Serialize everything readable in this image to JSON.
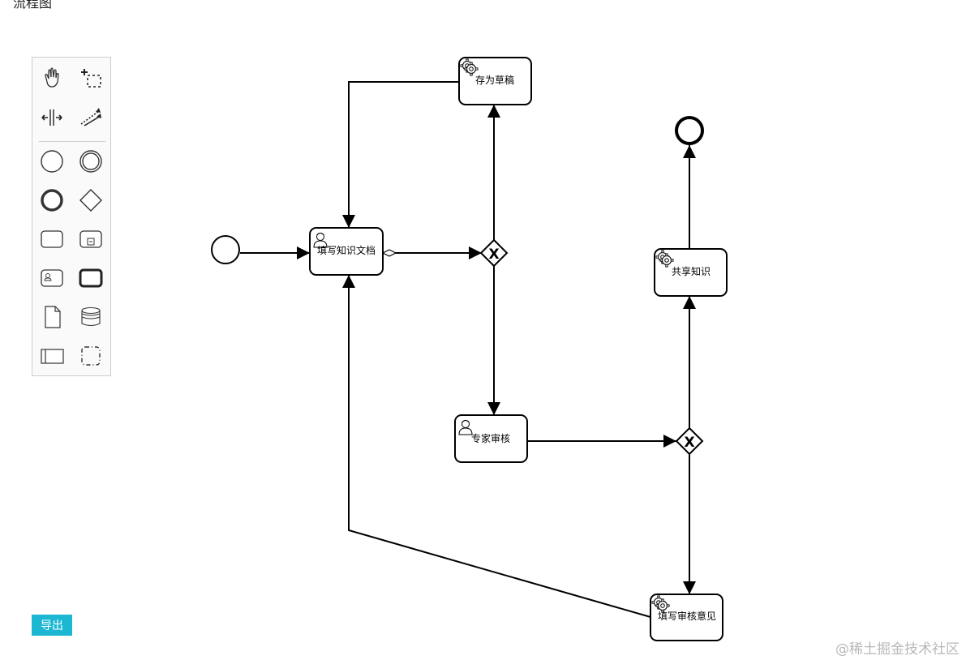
{
  "page": {
    "title": "流程图"
  },
  "palette": {
    "tools": [
      {
        "icon": "hand-tool-icon"
      },
      {
        "icon": "lasso-tool-icon"
      },
      {
        "icon": "space-tool-icon"
      },
      {
        "icon": "global-connect-tool-icon"
      },
      {
        "icon": "start-event-icon"
      },
      {
        "icon": "intermediate-event-icon"
      },
      {
        "icon": "end-event-icon"
      },
      {
        "icon": "gateway-icon"
      },
      {
        "icon": "task-icon"
      },
      {
        "icon": "subprocess-icon"
      },
      {
        "icon": "user-task-icon"
      },
      {
        "icon": "call-activity-icon"
      },
      {
        "icon": "data-object-icon"
      },
      {
        "icon": "data-store-icon"
      },
      {
        "icon": "participant-icon"
      },
      {
        "icon": "group-icon"
      }
    ]
  },
  "diagram": {
    "tasks": {
      "fill_doc": "填写知识文档",
      "save_draft": "存为草稿",
      "expert_review": "专家审核",
      "share_knowledge": "共享知识",
      "fill_review": "填写审核意见"
    },
    "gateway_marker": "X"
  },
  "actions": {
    "export_label": "导出"
  },
  "watermark": "@稀土掘金技术社区"
}
